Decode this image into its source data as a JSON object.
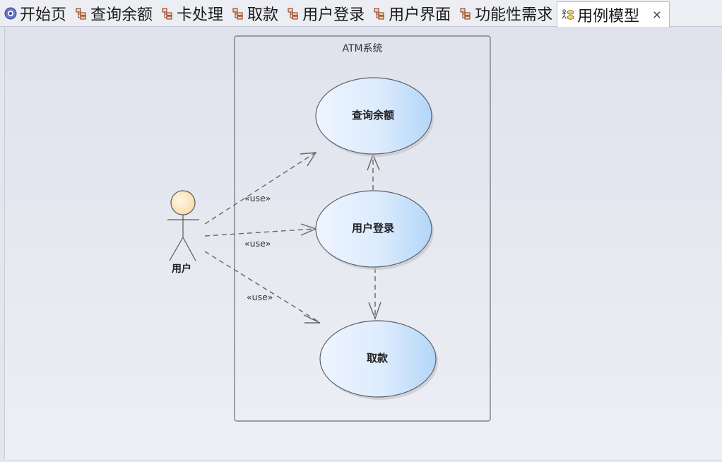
{
  "tabs": [
    {
      "label": "开始页",
      "icon": "start-page-icon"
    },
    {
      "label": "查询余额",
      "icon": "package-diagram-icon"
    },
    {
      "label": "卡处理",
      "icon": "package-diagram-icon"
    },
    {
      "label": "取款",
      "icon": "package-diagram-icon"
    },
    {
      "label": "用户登录",
      "icon": "package-diagram-icon"
    },
    {
      "label": "用户界面",
      "icon": "package-diagram-icon"
    },
    {
      "label": "功能性需求",
      "icon": "package-diagram-icon"
    },
    {
      "label": "用例模型",
      "icon": "use-case-diagram-icon",
      "active": true,
      "close": "×"
    }
  ],
  "diagram": {
    "system_boundary_label": "ATM系统",
    "actor_label": "用户",
    "use_cases": {
      "balance": "查询余额",
      "login": "用户登录",
      "withdraw": "取款"
    },
    "stereotype": "«use»"
  },
  "colors": {
    "actor_head": "#fde7c0",
    "usecase_light": "#eef5ff",
    "usecase_dark": "#b3d6f8",
    "line": "#666666"
  }
}
